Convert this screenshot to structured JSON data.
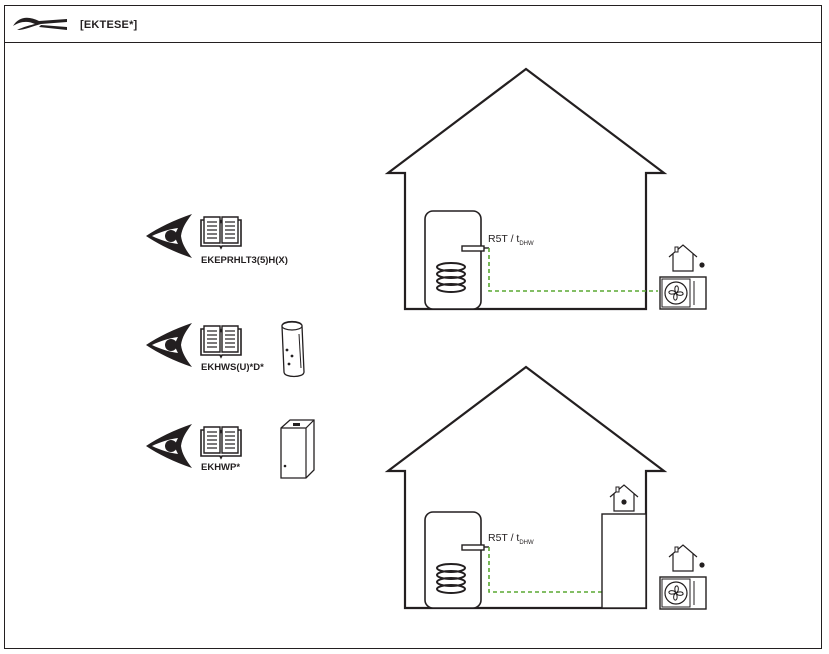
{
  "header": {
    "title": "[EKTESE*]",
    "logo_icon": "tool-pliers-icon"
  },
  "references": [
    {
      "icon": "eye-book-icon",
      "label": "EKEPRHLT3(5)H(X)"
    },
    {
      "icon": "eye-book-icon",
      "label": "EKHWS(U)*D*"
    },
    {
      "icon": "eye-book-icon",
      "label": "EKHWP*"
    }
  ],
  "sensor": {
    "main": "R5T / t",
    "subscript": "DHW"
  },
  "colors": {
    "line": "#231f20",
    "dashed_pipe": "#5aa832"
  }
}
